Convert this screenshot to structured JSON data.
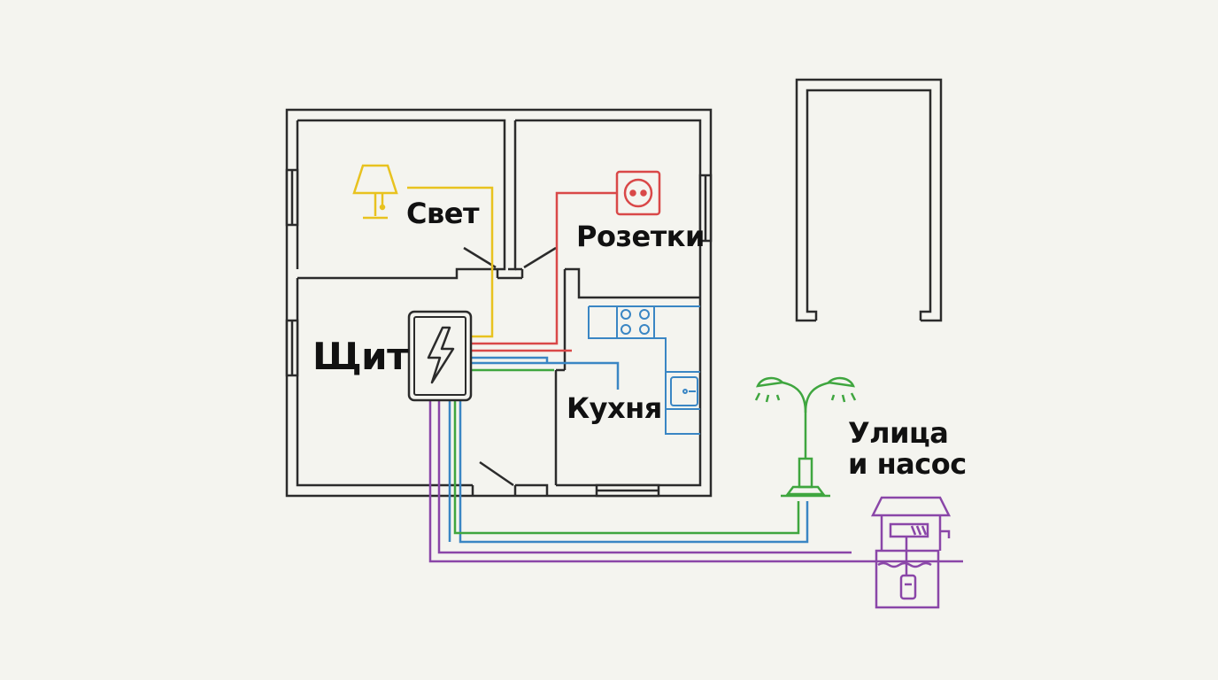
{
  "labels": {
    "light": "Свет",
    "sockets": "Розетки",
    "panel": "Щит",
    "kitchen": "Кухня",
    "street_line1": "Улица",
    "street_line2": "и насос"
  },
  "colors": {
    "wall": "#2b2b2b",
    "light_circuit": "#e8c21f",
    "socket_circuit": "#d94848",
    "kitchen_circuit": "#3a86c4",
    "street_light_circuit": "#3fa63f",
    "pump_circuit": "#8a46a8",
    "background": "#f4f4ef"
  },
  "icons": {
    "lamp": "table-lamp-icon",
    "socket": "wall-socket-icon",
    "panel": "lightning-bolt-icon",
    "stove": "stove-icon",
    "sink": "sink-icon",
    "street_lamp": "street-lamp-icon",
    "well": "well-pump-icon"
  }
}
